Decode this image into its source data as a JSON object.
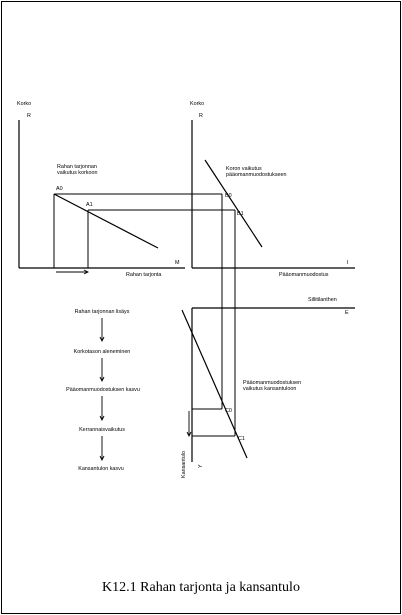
{
  "left_panel": {
    "y_axis_top": "Korko",
    "y_axis_symbol": "R",
    "x_axis_symbol": "M",
    "x_axis_label": "Rahan tarjonta",
    "curve_label_1": "Rahan tarjonnan",
    "curve_label_2": "vaikutus korkoon",
    "point_a0": "A0",
    "point_a1": "A1"
  },
  "right_panel": {
    "y_axis_top": "Korko",
    "y_axis_symbol": "R",
    "x_axis_symbol": "I",
    "x_axis_label": "Pääomanmuodostus",
    "curve_label_1": "Koron vaikutus",
    "curve_label_2": "pääomanmuodostukseen",
    "point_b0": "B0",
    "point_b1": "B1"
  },
  "lower_panel": {
    "line_label": "Sillitilanthen",
    "line_symbol": "E",
    "curve_label_1": "Pääomanmuodostuksen",
    "curve_label_2": "vaikutus kansantuloon",
    "point_c0": "C0",
    "point_c1": "C1",
    "y_axis_label": "Kansantulo",
    "y_axis_symbol": "Y"
  },
  "flow_chain": [
    "Rahan tarjonnan lisäys",
    "Korkotason aleneminen",
    "Pääomanmuodostuksen kasvu",
    "Kerrannaisvaikutus",
    "Kansantulon kasvu"
  ],
  "caption": "K12.1 Rahan tarjonta ja kansantulo"
}
